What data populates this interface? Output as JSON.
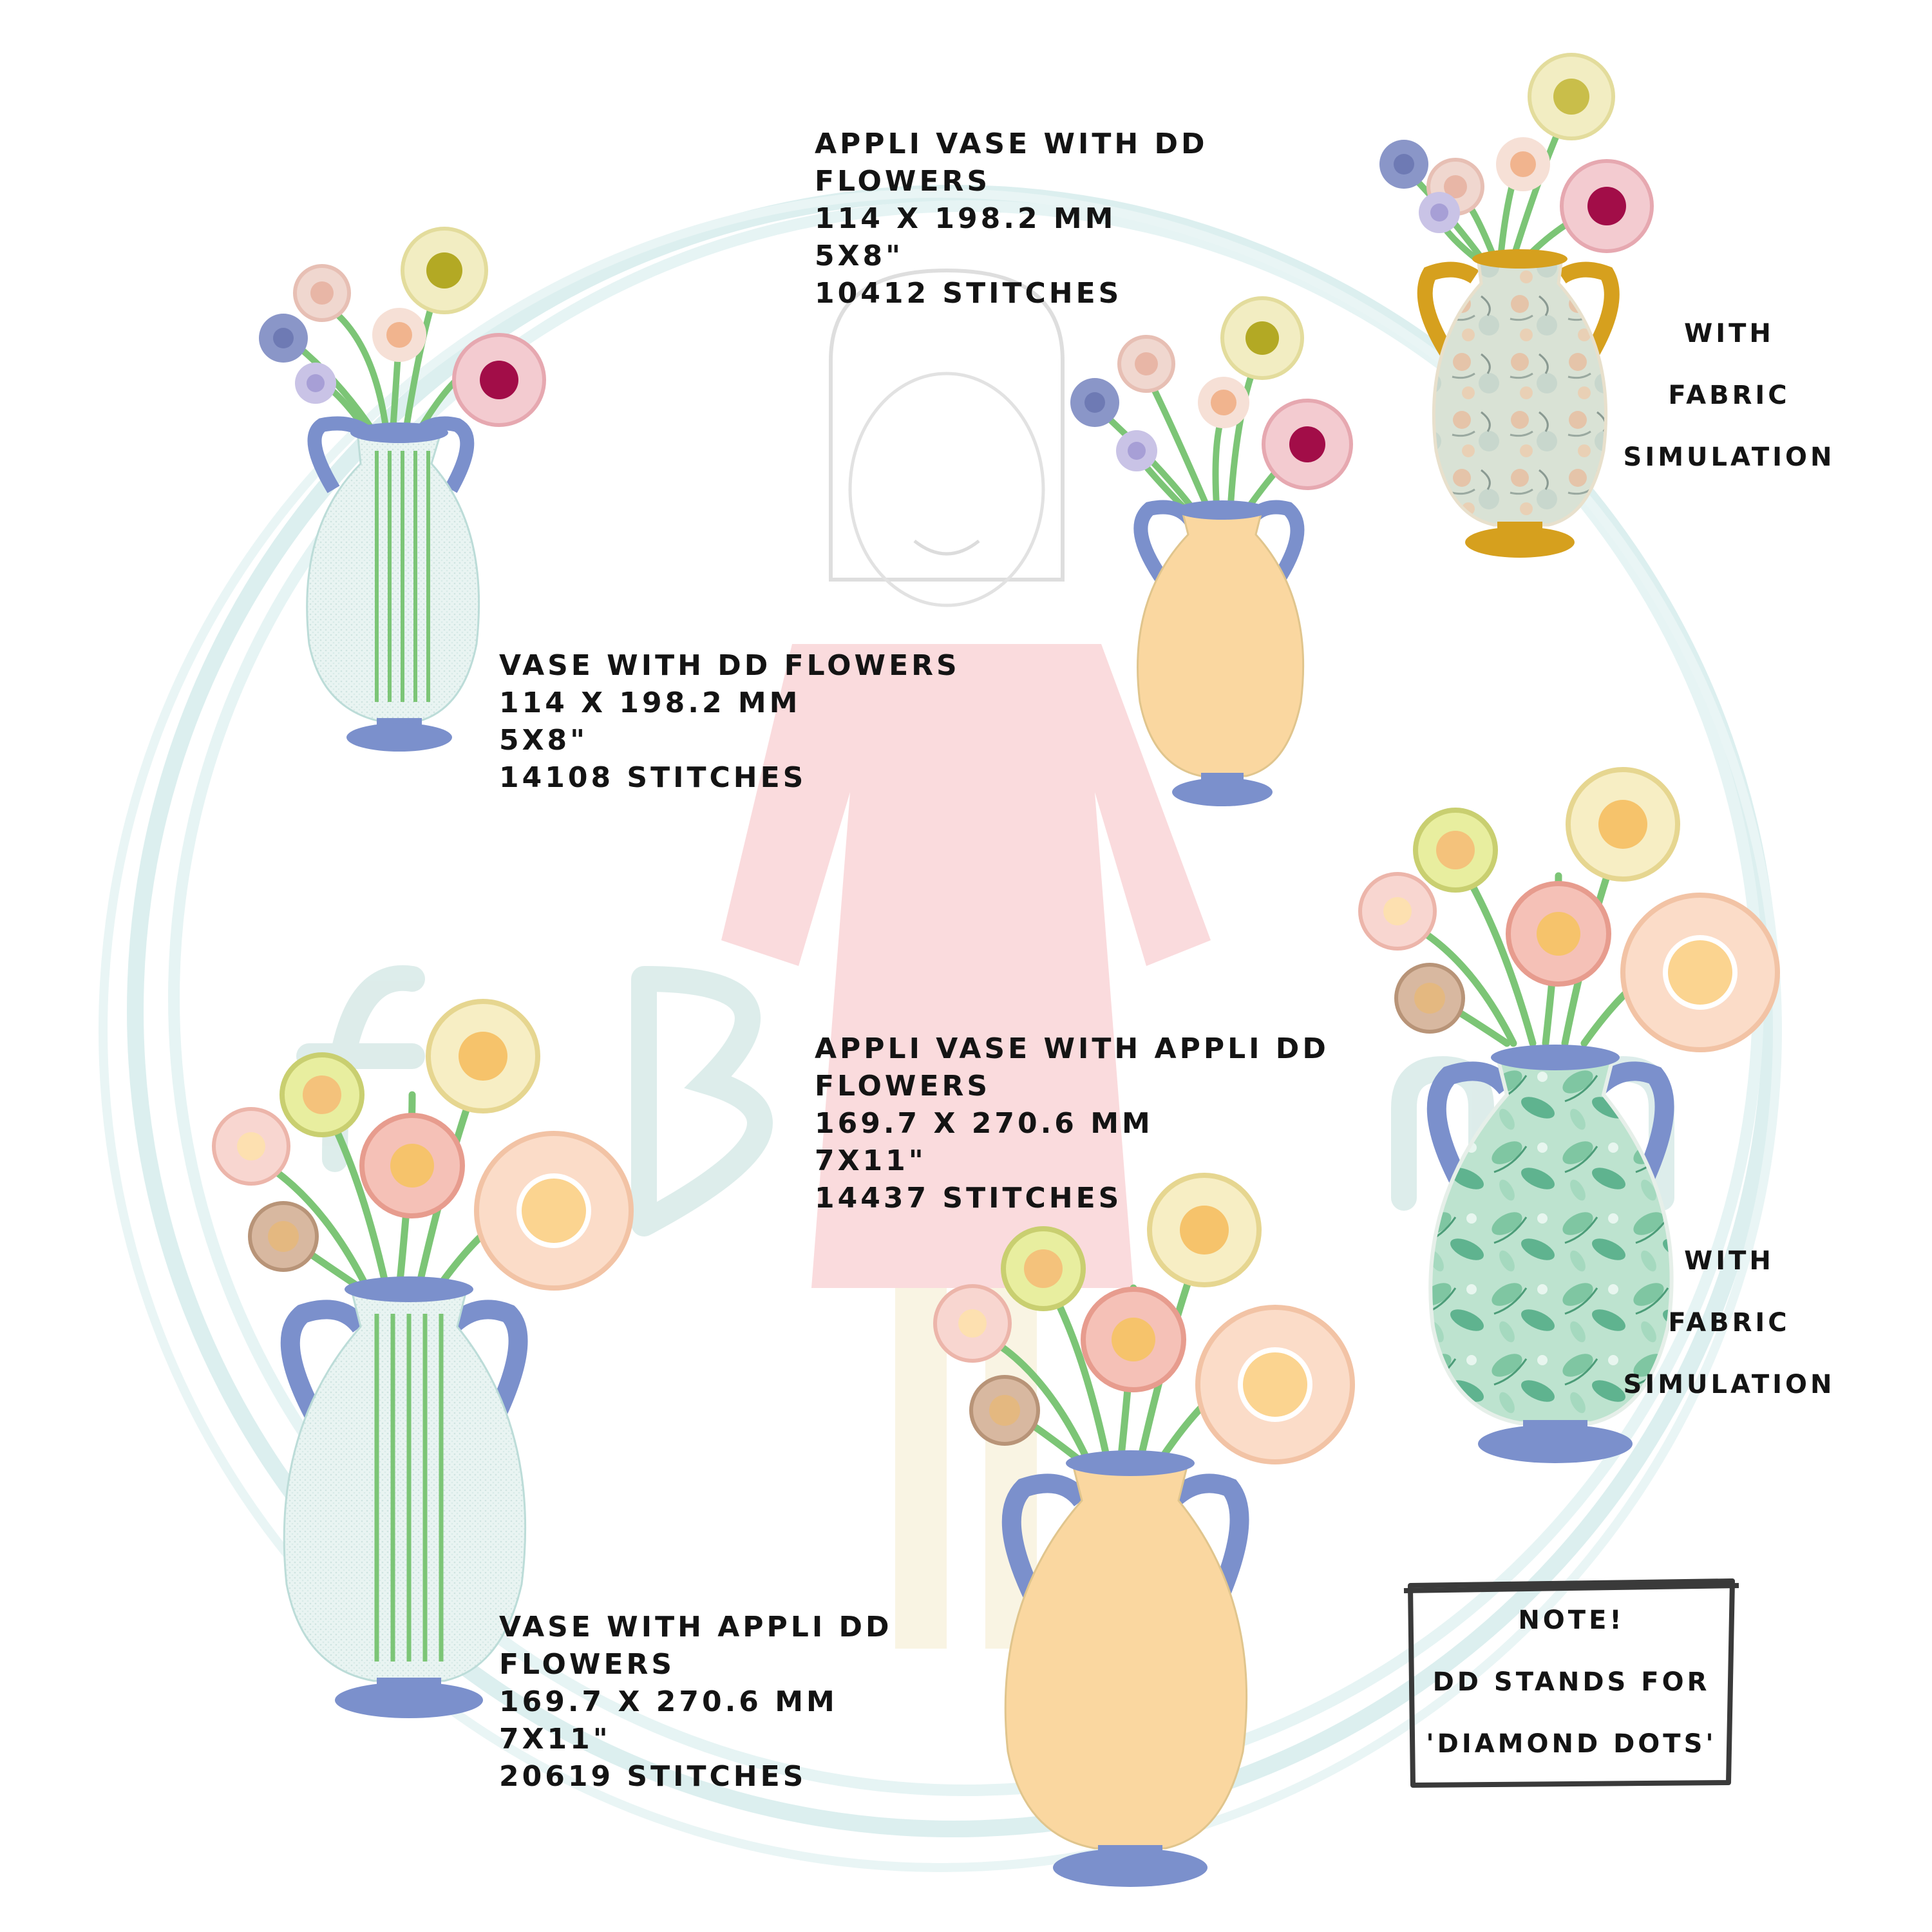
{
  "labels": {
    "appli_vase_dd": {
      "title_line1": "Appli vase with DD",
      "title_line2": "Flowers",
      "size": "114 x 198.2 mm",
      "hoop": "5x8\"",
      "stitches": "10412 stitches"
    },
    "vase_dd": {
      "title_line1": "Vase with DD flowers",
      "size": "114 x 198.2 mm",
      "hoop": "5x8\"",
      "stitches": "14108 stitches"
    },
    "appli_vase_appli_dd": {
      "title_line1": "Appli vase with appli DD",
      "title_line2": "Flowers",
      "size": "169.7 x 270.6 mm",
      "hoop": "7x11\"",
      "stitches": "14437 stitches"
    },
    "vase_appli_dd": {
      "title_line1": "Vase with appli DD",
      "title_line2": "Flowers",
      "size": "169.7 x 270.6 mm",
      "hoop": "7x11\"",
      "stitches": "20619 stitches"
    },
    "fabric_sim_top": [
      "With",
      "fabric",
      "simulation"
    ],
    "fabric_sim_bottom": [
      "With",
      "fabric",
      "simulation"
    ]
  },
  "note": {
    "heading": "Note!",
    "line1": "DD stands for",
    "line2": "'diamond dots'"
  },
  "colors": {
    "vase_blue": "#7b90cc",
    "vase_yellow": "#fad7a0",
    "vase_clear": "#e8f3f1",
    "stem_green": "#7cc576",
    "gold_vase": "#d6a01e",
    "ring_watermark": "#d7eeee",
    "girl_dress": "#f7c9cb"
  }
}
